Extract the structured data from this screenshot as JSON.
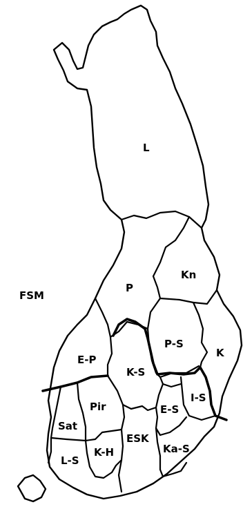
{
  "map": {
    "outside_label": "FSM",
    "regions": [
      {
        "id": "l",
        "label": "L"
      },
      {
        "id": "p",
        "label": "P"
      },
      {
        "id": "kn",
        "label": "Kn"
      },
      {
        "id": "ep",
        "label": "E-P"
      },
      {
        "id": "ps",
        "label": "P-S"
      },
      {
        "id": "k",
        "label": "K"
      },
      {
        "id": "ks",
        "label": "K-S"
      },
      {
        "id": "is",
        "label": "I-S"
      },
      {
        "id": "pir",
        "label": "Pir"
      },
      {
        "id": "es",
        "label": "E-S"
      },
      {
        "id": "sat",
        "label": "Sat"
      },
      {
        "id": "esk",
        "label": "ESK"
      },
      {
        "id": "kh",
        "label": "K-H"
      },
      {
        "id": "kas",
        "label": "Ka-S"
      },
      {
        "id": "ls",
        "label": "L-S"
      }
    ]
  }
}
